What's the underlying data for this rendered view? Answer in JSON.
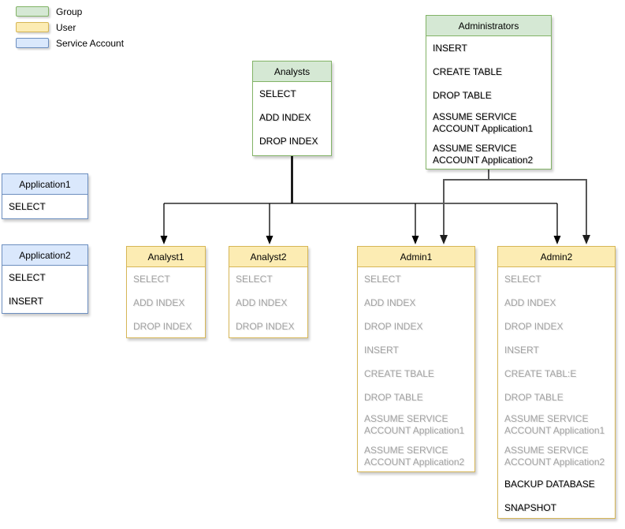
{
  "legend": {
    "items": [
      {
        "label": "Group",
        "fill": "#d5e8d4",
        "stroke": "#82b366"
      },
      {
        "label": "User",
        "fill": "#fcecb3",
        "stroke": "#d6b656"
      },
      {
        "label": "Service Account",
        "fill": "#dae8fc",
        "stroke": "#6c8ebf"
      }
    ]
  },
  "colors": {
    "group_fill": "#d5e8d4",
    "group_stroke": "#82b366",
    "user_fill": "#fcecb3",
    "user_stroke": "#d6b656",
    "service_account_fill": "#dae8fc",
    "service_account_stroke": "#6c8ebf",
    "inherited_text": "#a2a2a2",
    "direct_text": "#000000",
    "group_edge": "#000000",
    "admin_edge": "#575757"
  },
  "nodes": {
    "analysts": {
      "title": "Analysts",
      "type": "group",
      "items": [
        {
          "text": "SELECT"
        },
        {
          "text": "ADD INDEX"
        },
        {
          "text": "DROP INDEX"
        }
      ]
    },
    "administrators": {
      "title": "Administrators",
      "type": "group",
      "items": [
        {
          "text": "INSERT"
        },
        {
          "text": "CREATE TABLE"
        },
        {
          "text": "DROP TABLE"
        },
        {
          "lines": [
            "ASSUME SERVICE",
            "ACCOUNT Application1"
          ]
        },
        {
          "lines": [
            "ASSUME SERVICE",
            "ACCOUNT Application2"
          ]
        }
      ]
    },
    "application1": {
      "title": "Application1",
      "type": "service_account",
      "items": [
        {
          "text": "SELECT"
        }
      ]
    },
    "application2": {
      "title": "Application2",
      "type": "service_account",
      "items": [
        {
          "text": "SELECT"
        },
        {
          "text": "INSERT"
        }
      ]
    },
    "analyst1": {
      "title": "Analyst1",
      "type": "user",
      "items": [
        {
          "text": "SELECT",
          "muted": true
        },
        {
          "text": "ADD INDEX",
          "muted": true
        },
        {
          "text": "DROP INDEX",
          "muted": true
        }
      ]
    },
    "analyst2": {
      "title": "Analyst2",
      "type": "user",
      "items": [
        {
          "text": "SELECT",
          "muted": true
        },
        {
          "text": "ADD INDEX",
          "muted": true
        },
        {
          "text": "DROP INDEX",
          "muted": true
        }
      ]
    },
    "admin1": {
      "title": "Admin1",
      "type": "user",
      "items": [
        {
          "text": "SELECT",
          "muted": true
        },
        {
          "text": "ADD INDEX",
          "muted": true
        },
        {
          "text": "DROP INDEX",
          "muted": true
        },
        {
          "text": "INSERT",
          "muted": true
        },
        {
          "text": "CREATE TBALE",
          "muted": true
        },
        {
          "text": "DROP TABLE",
          "muted": true
        },
        {
          "lines": [
            "ASSUME SERVICE",
            "ACCOUNT Application1"
          ],
          "muted": true
        },
        {
          "lines": [
            "ASSUME SERVICE",
            "ACCOUNT Application2"
          ],
          "muted": true
        }
      ]
    },
    "admin2": {
      "title": "Admin2",
      "type": "user",
      "items": [
        {
          "text": "SELECT",
          "muted": true
        },
        {
          "text": "ADD INDEX",
          "muted": true
        },
        {
          "text": "DROP INDEX",
          "muted": true
        },
        {
          "text": "INSERT",
          "muted": true
        },
        {
          "text": "CREATE TABL:E",
          "muted": true
        },
        {
          "text": "DROP TABLE",
          "muted": true
        },
        {
          "lines": [
            "ASSUME SERVICE",
            "ACCOUNT Application1"
          ],
          "muted": true
        },
        {
          "lines": [
            "ASSUME SERVICE",
            "ACCOUNT Application2"
          ],
          "muted": true
        },
        {
          "text": "BACKUP DATABASE"
        },
        {
          "text": "SNAPSHOT"
        }
      ]
    }
  },
  "edges": [
    {
      "from": "Analysts",
      "to": "Analyst1"
    },
    {
      "from": "Analysts",
      "to": "Analyst2"
    },
    {
      "from": "Analysts",
      "to": "Admin1"
    },
    {
      "from": "Analysts",
      "to": "Admin2"
    },
    {
      "from": "Administrators",
      "to": "Admin1"
    },
    {
      "from": "Administrators",
      "to": "Admin2"
    }
  ]
}
